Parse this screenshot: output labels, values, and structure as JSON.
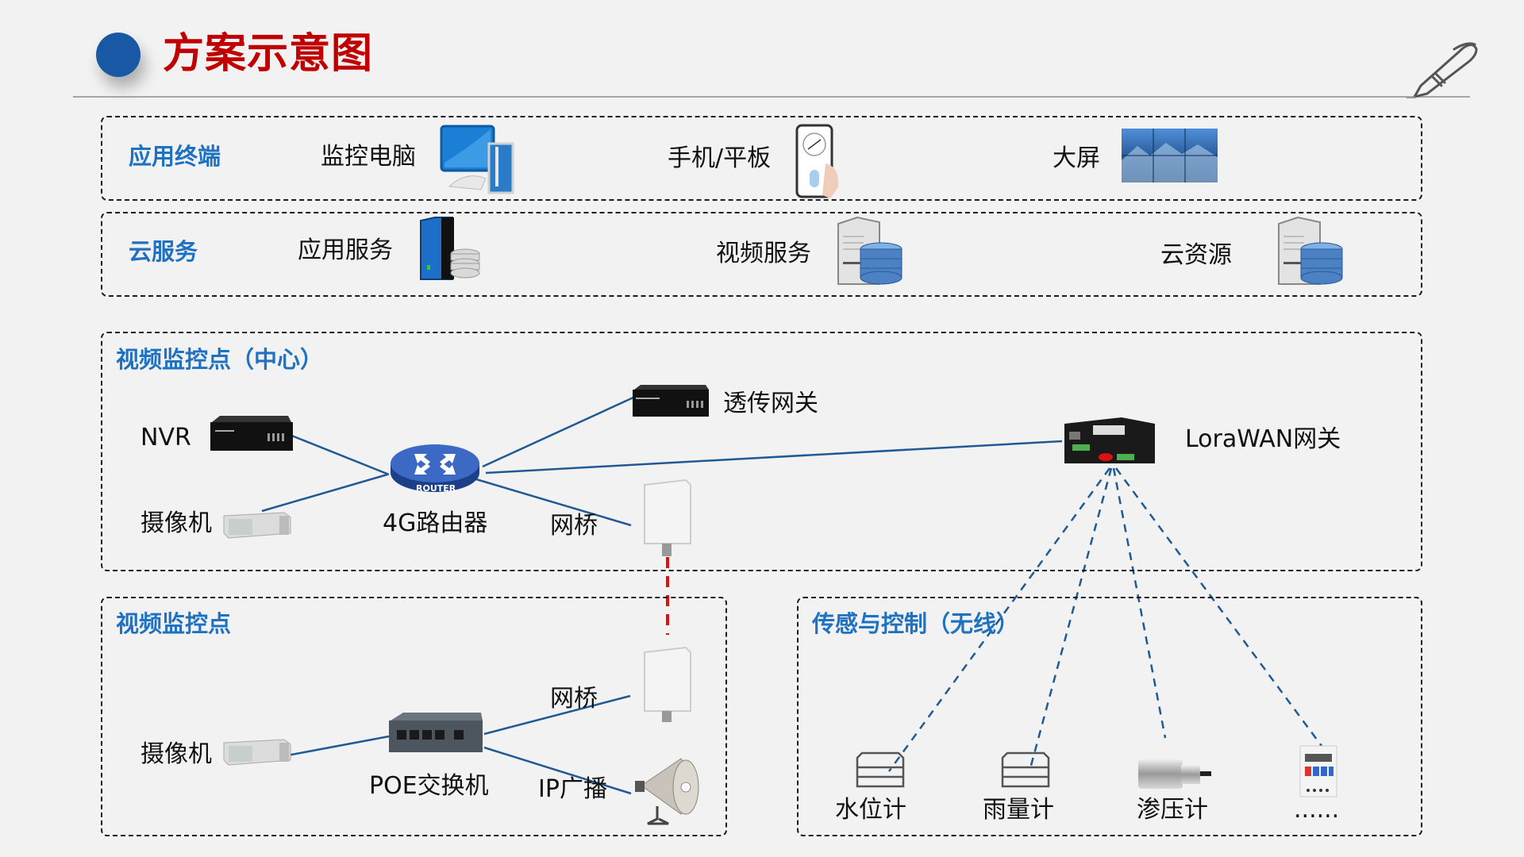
{
  "header": {
    "title": "方案示意图",
    "accent_color": "#c00000",
    "dot_color": "#1958a4"
  },
  "sections": {
    "terminals": {
      "label": "应用终端",
      "items": [
        {
          "label": "监控电脑",
          "icon": "desktop-computer-icon"
        },
        {
          "label": "手机/平板",
          "icon": "smartphone-icon"
        },
        {
          "label": "大屏",
          "icon": "video-wall-icon"
        }
      ]
    },
    "cloud": {
      "label": "云服务",
      "items": [
        {
          "label": "应用服务",
          "icon": "app-server-icon"
        },
        {
          "label": "视频服务",
          "icon": "database-server-icon"
        },
        {
          "label": "云资源",
          "icon": "database-server-icon"
        }
      ]
    },
    "center": {
      "label": "视频监控点（中心）",
      "nodes": {
        "nvr": "NVR",
        "camera": "摄像机",
        "router": "4G路由器",
        "router_badge": "ROUTER",
        "gateway": "透传网关",
        "bridge": "网桥",
        "lorawan": "LoraWAN网关"
      }
    },
    "site": {
      "label": "视频监控点",
      "nodes": {
        "camera": "摄像机",
        "poe_switch": "POE交换机",
        "bridge": "网桥",
        "ip_broadcast": "IP广播"
      }
    },
    "sensors": {
      "label": "传感与控制（无线）",
      "items": [
        {
          "label": "水位计",
          "icon": "water-level-gauge-icon"
        },
        {
          "label": "雨量计",
          "icon": "rain-gauge-icon"
        },
        {
          "label": "渗压计",
          "icon": "piezometer-icon"
        },
        {
          "label": "......",
          "icon": "controller-device-icon"
        }
      ]
    }
  },
  "colors": {
    "link": "#1f5a94",
    "wireless_link": "#1f5a94",
    "bridge_link": "#e01010",
    "section_label": "#1f72c2"
  }
}
